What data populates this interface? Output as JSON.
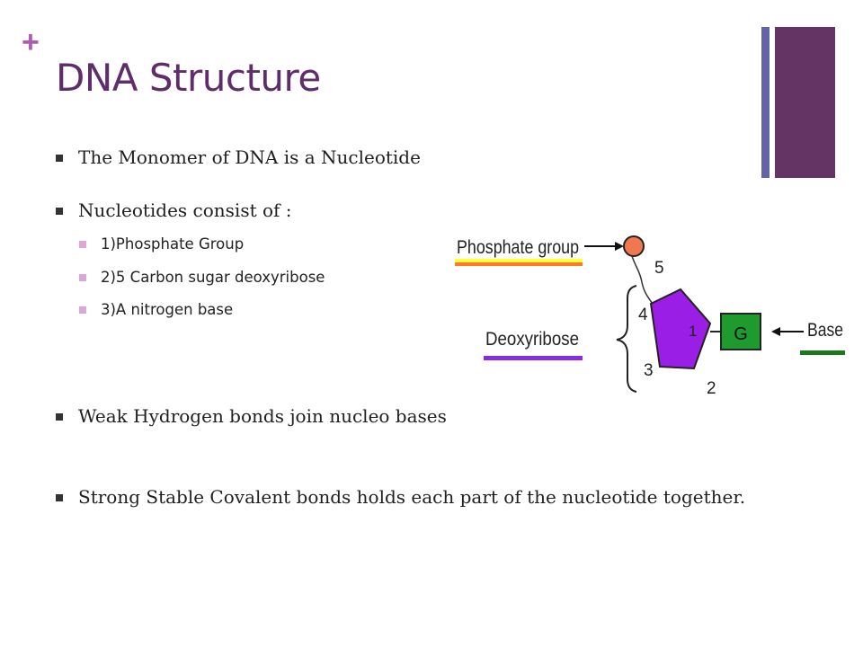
{
  "slide": {
    "marker": "+",
    "title": "DNA Structure"
  },
  "bullets": {
    "b1": "The Monomer of DNA is a Nucleotide",
    "b2": "Nucleotides consist of :",
    "sub1": "1)Phosphate Group",
    "sub2": "2)5 Carbon sugar deoxyribose",
    "sub3": "3)A nitrogen base",
    "b3": "Weak Hydrogen bonds join nucleo bases",
    "b4": "Strong Stable Covalent bonds holds each part of the nucleotide together."
  },
  "diagram": {
    "phosphate_label": "Phosphate group",
    "deoxyribose_label": "Deoxyribose",
    "base_label": "Base",
    "base_letter": "G",
    "num_5": "5",
    "num_4": "4",
    "num_1": "1",
    "num_3": "3",
    "num_2": "2"
  },
  "colors": {
    "title": "#5e2d6a",
    "accent_bar_thin": "#6363a8",
    "accent_bar_thick": "#643464",
    "phosphate_fill": "#f07850",
    "sugar_fill": "#9a1ee6",
    "base_fill": "#1e9a2e",
    "phosphate_underline_top": "#ffff3c",
    "phosphate_underline_bottom": "#ff7a28",
    "deoxyribose_underline": "#8a2be2",
    "base_underline": "#1a7a1a"
  }
}
